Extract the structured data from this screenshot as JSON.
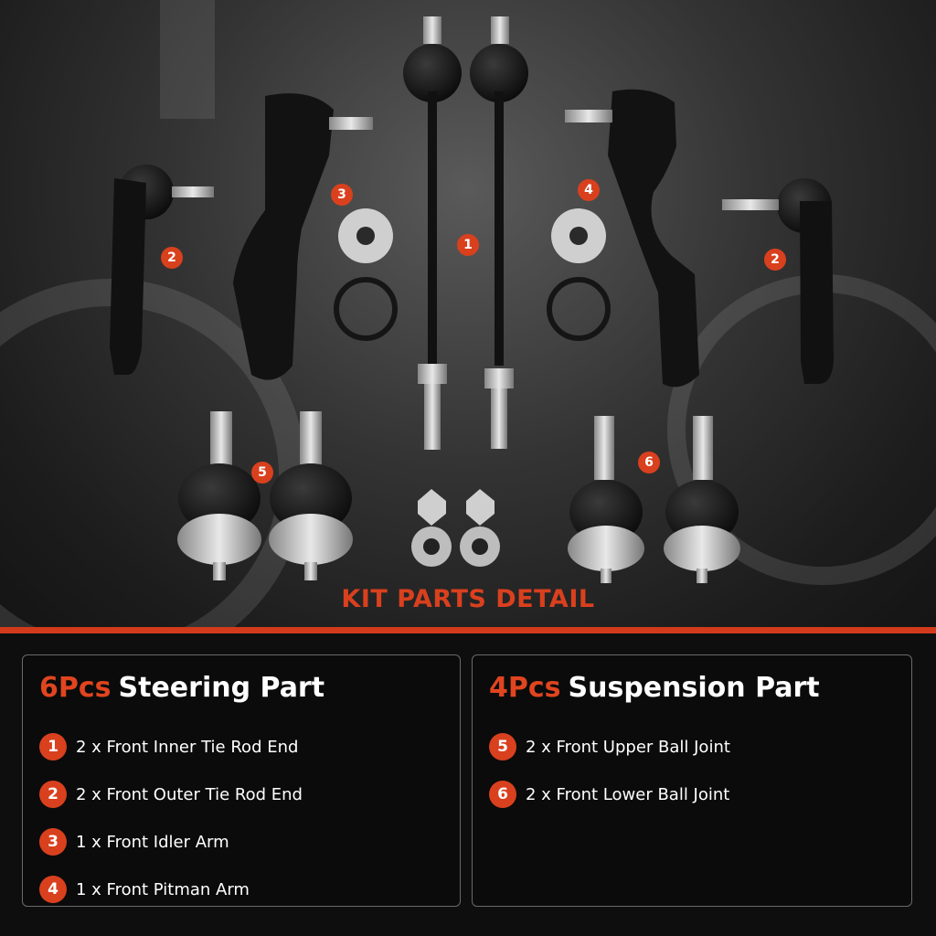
{
  "badges": [
    "1",
    "2",
    "2",
    "3",
    "4",
    "5",
    "6"
  ],
  "kit_title": "KIT PARTS DETAIL",
  "steering": {
    "qty": "6Pcs",
    "title": "Steering Part",
    "items": [
      {
        "num": "1",
        "text": "2 x Front Inner Tie Rod End"
      },
      {
        "num": "2",
        "text": "2 x Front Outer Tie Rod End"
      },
      {
        "num": "3",
        "text": "1 x Front Idler Arm"
      },
      {
        "num": "4",
        "text": "1 x Front Pitman Arm"
      }
    ]
  },
  "suspension": {
    "qty": "4Pcs",
    "title": "Suspension Part",
    "items": [
      {
        "num": "5",
        "text": "2 x Front Upper Ball Joint"
      },
      {
        "num": "6",
        "text": "2 x Front Lower Ball Joint"
      }
    ]
  },
  "colors": {
    "accent": "#d9401e",
    "background": "#0e0e0e",
    "panel_border": "#6a6a6a"
  }
}
